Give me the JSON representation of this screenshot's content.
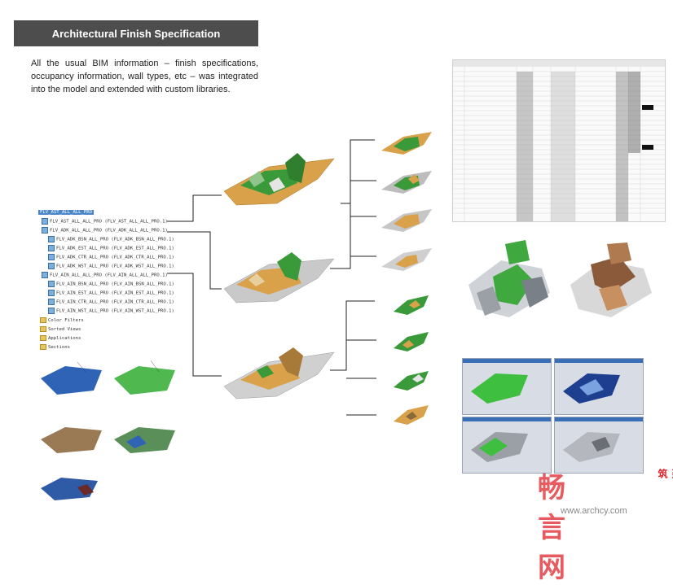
{
  "header": {
    "title": "Architectural Finish Specification"
  },
  "intro": {
    "text": "All the usual BIM information – finish specifications, occupancy information, wall types, etc – was integrated into the model and extended with custom libraries."
  },
  "tree": {
    "root": "FLV_AST_ALL_ALL_PRO",
    "items": [
      "FLV_AST_ALL_ALL_PRO (FLV_AST_ALL_ALL_PRO.1)",
      "FLV_ADK_ALL_ALL_PRO (FLV_ADK_ALL_ALL_PRO.1)",
      "FLV_ADK_BSN_ALL_PRO (FLV_ADK_BSN_ALL_PRO.1)",
      "FLV_ADK_EST_ALL_PRO (FLV_ADK_EST_ALL_PRO.1)",
      "FLV_ADK_CTR_ALL_PRO (FLV_ADK_CTR_ALL_PRO.1)",
      "FLV_ADK_WST_ALL_PRO (FLV_ADK_WST_ALL_PRO.1)",
      "FLV_AIN_ALL_ALL_PRO (FLV_AIN_ALL_ALL_PRO.1)",
      "FLV_AIN_BSN_ALL_PRO (FLV_AIN_BSN_ALL_PRO.1)",
      "FLV_AIN_EST_ALL_PRO (FLV_AIN_EST_ALL_PRO.1)",
      "FLV_AIN_CTR_ALL_PRO (FLV_AIN_CTR_ALL_PRO.1)",
      "FLV_AIN_WST_ALL_PRO (FLV_AIN_WST_ALL_PRO.1)"
    ],
    "footer_items": [
      "Color Filters",
      "Sorted Views",
      "Applications",
      "Sections"
    ]
  },
  "watermark": {
    "brand": "畅言网",
    "side_mark": "建筑",
    "url": "www.archcy.com"
  },
  "colors": {
    "title_bar": "#4d4d4d",
    "tree_highlight": "#4a86c8",
    "model_green": "#3a9a3a",
    "model_orange": "#d9a24a",
    "model_blue": "#2f63b5",
    "watermark_red": "#e0252b"
  }
}
